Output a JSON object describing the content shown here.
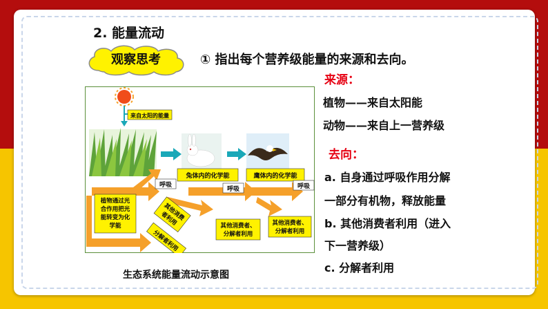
{
  "section_title": "2. 能量流动",
  "cloud_label": "观察思考",
  "question": "① 指出每个营养级能量的来源和去向。",
  "source": {
    "heading": "来源：",
    "lines": [
      "植物——来自太阳能",
      "动物——来自上一营养级"
    ]
  },
  "destination": {
    "heading": "去向：",
    "lines": [
      "a. 自身通过呼吸作用分解",
      "一部分有机物，释放能量",
      "b. 其他消费者利用（进入",
      "下一营养级）",
      "c. 分解者利用"
    ]
  },
  "diagram": {
    "sun_label": "来自太阳的能量",
    "plant_label_lines": [
      "植物通过光",
      "合作用把光",
      "能转变为化",
      "学能"
    ],
    "rabbit_label": "兔体内的化学能",
    "eagle_label": "鹰体内的化学能",
    "respiration_1": "呼吸",
    "respiration_2": "呼吸",
    "respiration_3": "呼吸",
    "other_consumers_tilt_lines": [
      "其他消费",
      "者利用"
    ],
    "decomposers_tilt": "分解者利用",
    "consumers_box_1_lines": [
      "其他消费者、",
      "分解者利用"
    ],
    "consumers_box_2_lines": [
      "其他消费者、",
      "分解者利用"
    ],
    "caption": "生态系统能量流动示意图"
  },
  "colors": {
    "banner_red": "#b40d0d",
    "banner_yellow": "#f6c500",
    "cloud_fill": "#fff200",
    "label_box": "#fff200",
    "arrow_orange": "#f5a02a",
    "arrow_teal": "#1aa8b8",
    "accent_red": "#e60012"
  }
}
